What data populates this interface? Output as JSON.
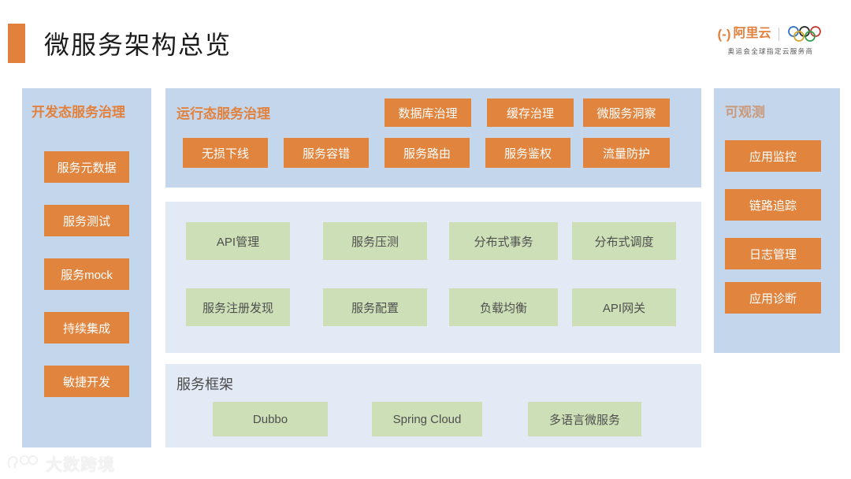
{
  "header": {
    "title": "微服务架构总览",
    "accent_color": "#E2813D",
    "brand": {
      "bracket_left": "(-)",
      "name": "阿里云",
      "subtitle": "奥运会全球指定云服务商",
      "rings_icon": "olympic-rings-icon"
    }
  },
  "colors": {
    "orange": "#E0843E",
    "green": "#CDDFB6",
    "panel_blue": "#C3D6EC",
    "panel_light_blue": "#E2EBF5",
    "title_orange": "#E2813D",
    "title_muted": "#C99A7C",
    "title_dark": "#4a4a4a"
  },
  "dev_column": {
    "title": "开发态服务治理",
    "items": [
      {
        "label": "服务元数据"
      },
      {
        "label": "服务测试"
      },
      {
        "label": "服务mock"
      },
      {
        "label": "持续集成"
      },
      {
        "label": "敏捷开发"
      }
    ]
  },
  "runtime_panel": {
    "title": "运行态服务治理",
    "row_top": [
      {
        "label": "数据库治理"
      },
      {
        "label": "缓存治理"
      },
      {
        "label": "微服务洞察"
      }
    ],
    "row_bottom": [
      {
        "label": "无损下线"
      },
      {
        "label": "服务容错"
      },
      {
        "label": "服务路由"
      },
      {
        "label": "服务鉴权"
      },
      {
        "label": "流量防护"
      }
    ]
  },
  "core_panel": {
    "row_top": [
      {
        "label": "API管理"
      },
      {
        "label": "服务压测"
      },
      {
        "label": "分布式事务"
      },
      {
        "label": "分布式调度"
      }
    ],
    "row_bottom": [
      {
        "label": "服务注册发现"
      },
      {
        "label": "服务配置"
      },
      {
        "label": "负载均衡"
      },
      {
        "label": "API网关"
      }
    ]
  },
  "framework_panel": {
    "title": "服务框架",
    "items": [
      {
        "label": "Dubbo"
      },
      {
        "label": "Spring Cloud"
      },
      {
        "label": "多语言微服务"
      }
    ]
  },
  "observability_column": {
    "title": "可观测",
    "items": [
      {
        "label": "应用监控"
      },
      {
        "label": "链路追踪"
      },
      {
        "label": "日志管理"
      },
      {
        "label": "应用诊断"
      }
    ]
  },
  "watermark": {
    "text": "大数跨境",
    "logo_icon": "dashu-kuajing-logo-icon"
  }
}
